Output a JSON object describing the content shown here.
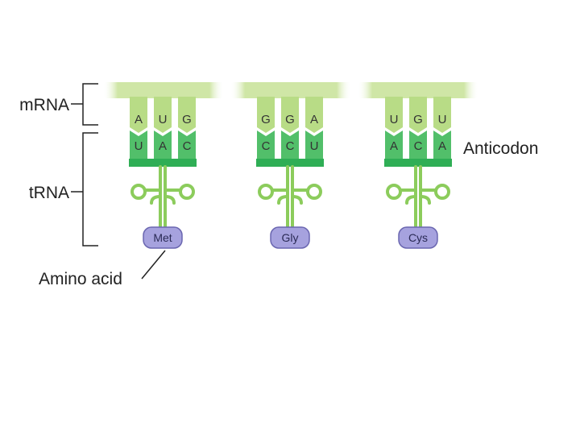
{
  "labels": {
    "mrna": "mRNA",
    "trna": "tRNA",
    "anticodon": "Anticodon",
    "amino_acid": "Amino acid"
  },
  "units": [
    {
      "codon": [
        "A",
        "U",
        "G"
      ],
      "anticodon": [
        "U",
        "A",
        "C"
      ],
      "amino_acid": "Met"
    },
    {
      "codon": [
        "G",
        "G",
        "A"
      ],
      "anticodon": [
        "C",
        "C",
        "U"
      ],
      "amino_acid": "Gly"
    },
    {
      "codon": [
        "U",
        "G",
        "U"
      ],
      "anticodon": [
        "A",
        "C",
        "A"
      ],
      "amino_acid": "Cys"
    }
  ],
  "colors": {
    "mrna_light": "#cfe6a6",
    "mrna_mid": "#b8dc86",
    "trna_green": "#52bf6a",
    "trna_bar": "#2fae55",
    "stem_green": "#8ccc5c",
    "amino_fill": "#a6a2de",
    "amino_stroke": "#6a66b0",
    "bracket": "#222222"
  }
}
